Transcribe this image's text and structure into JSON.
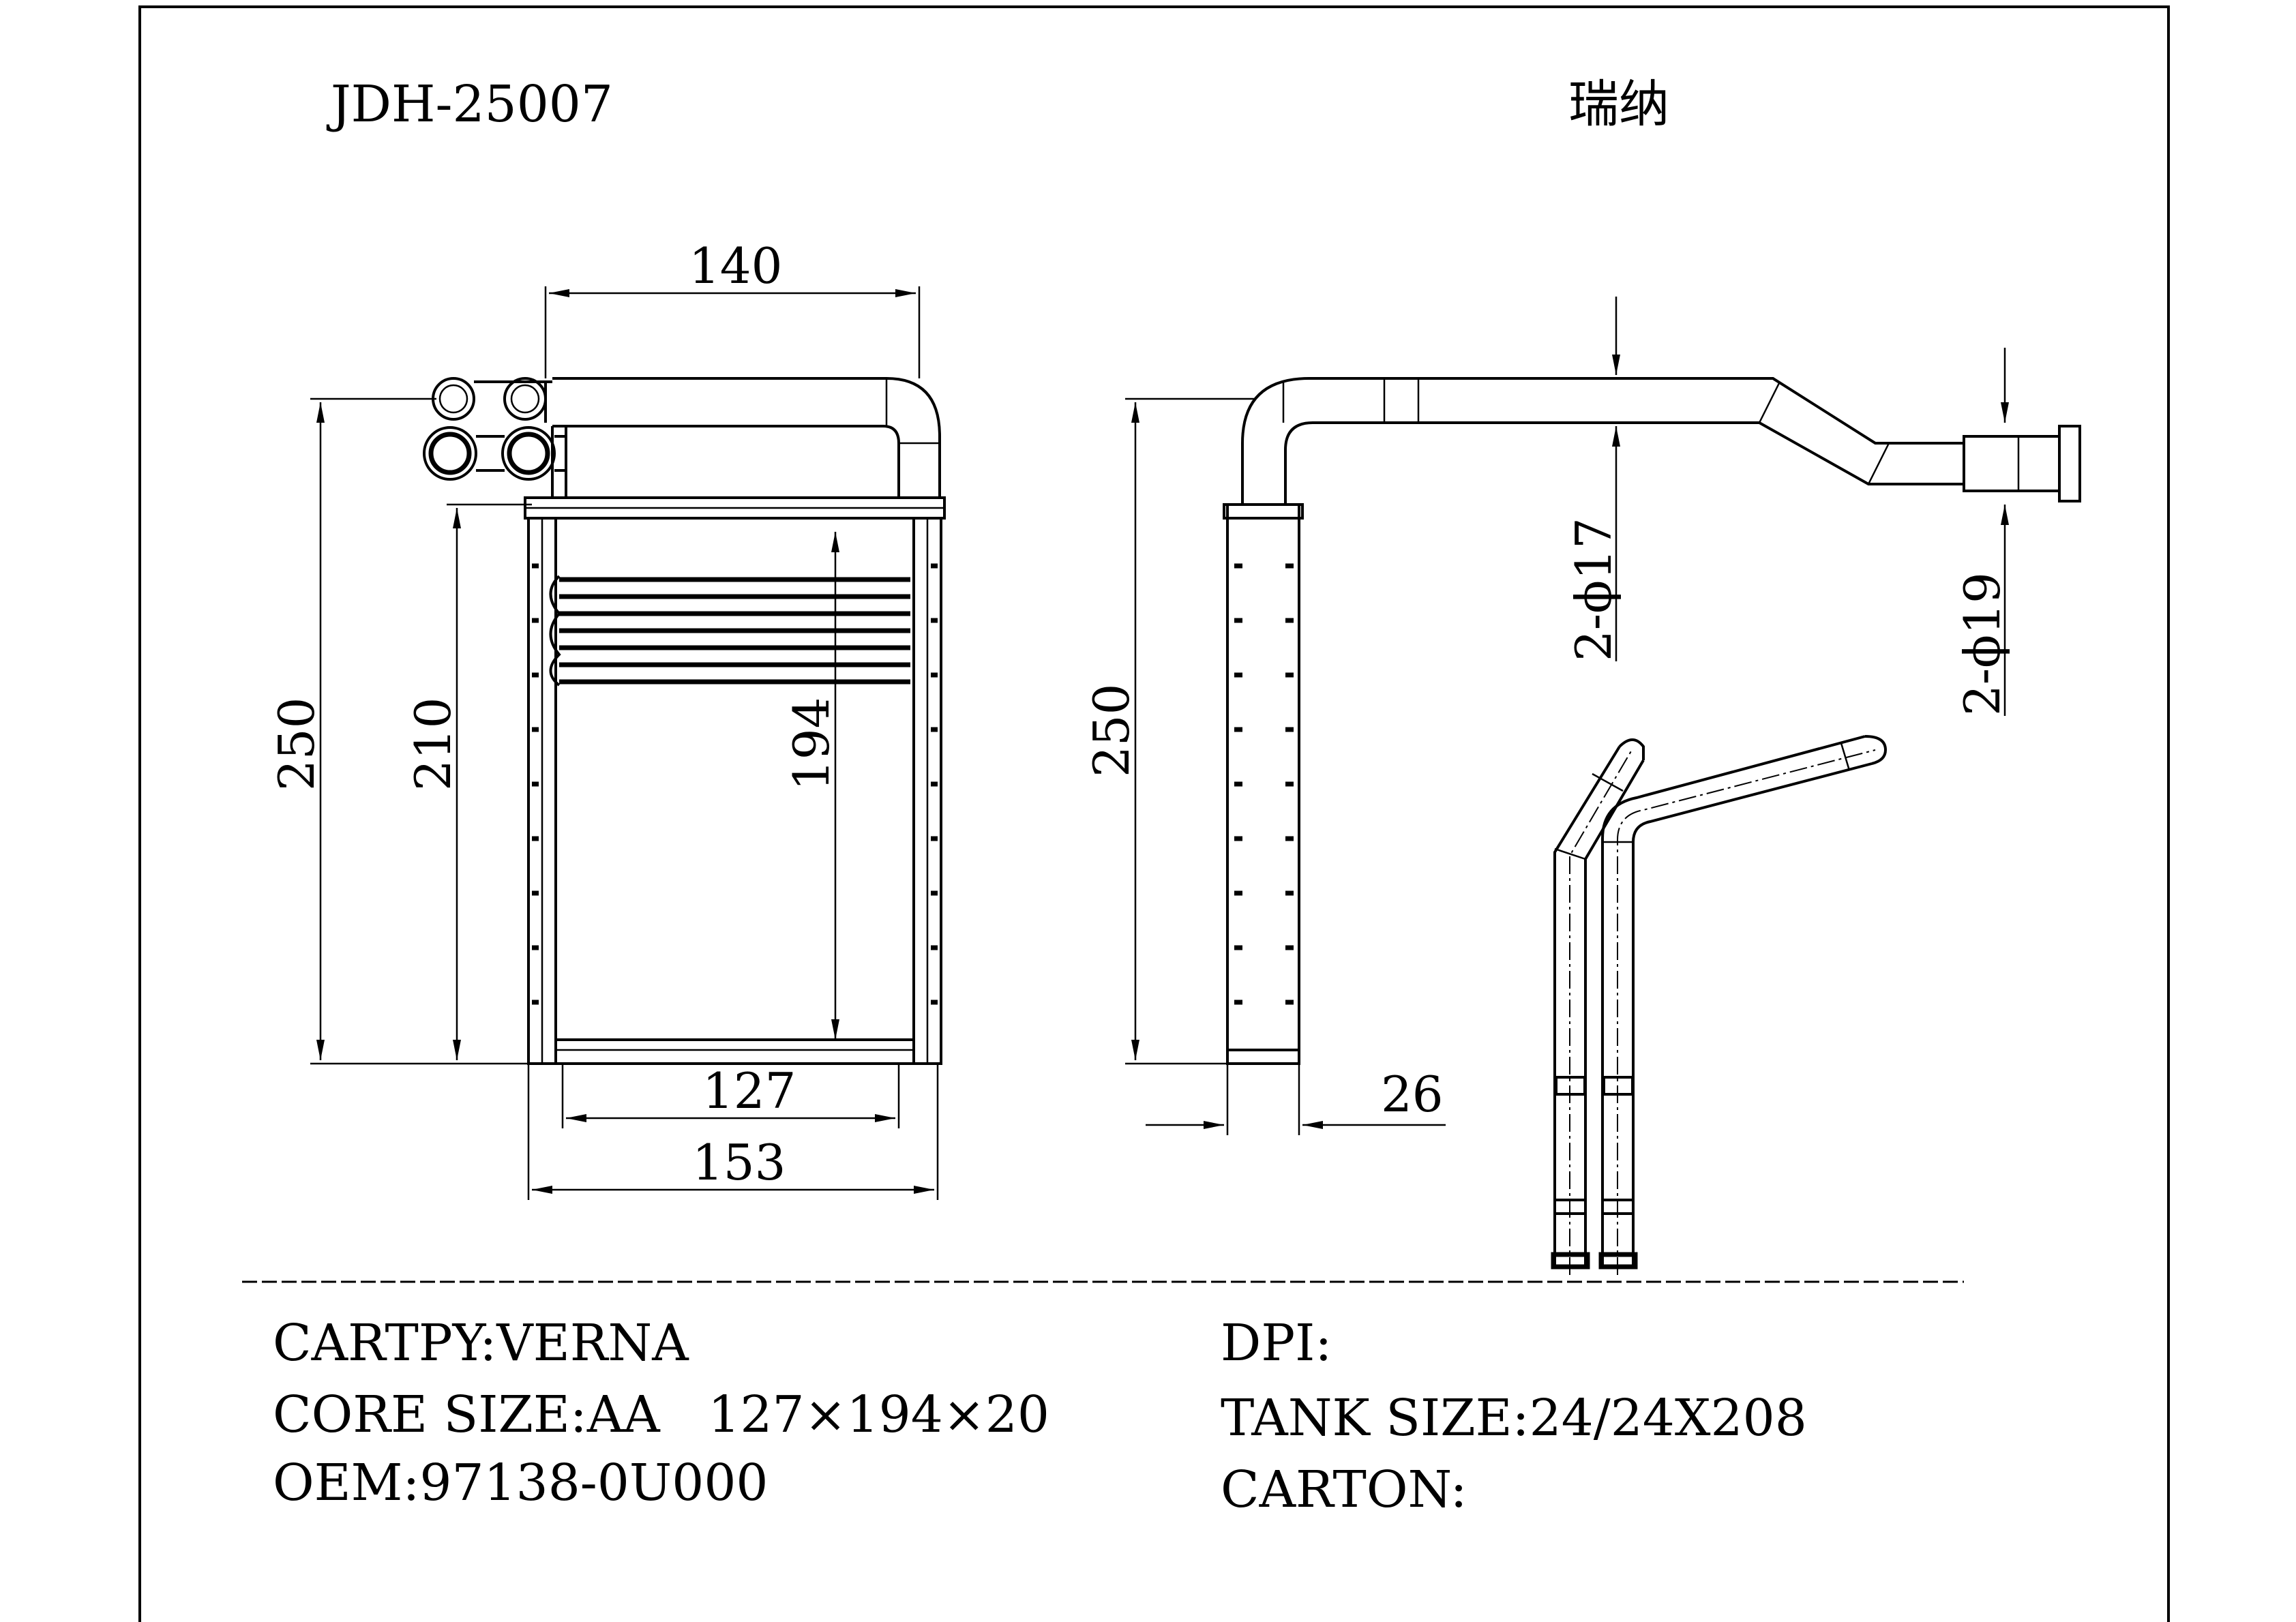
{
  "header": {
    "part_number": "JDH-25007",
    "model_cn": "瑞纳"
  },
  "front_view": {
    "dim_top_width": "140",
    "dim_total_height": "250",
    "dim_core_height": "210",
    "dim_fin_height": "194",
    "dim_core_width": "127",
    "dim_total_width": "153"
  },
  "side_view": {
    "dim_height": "250",
    "dim_depth": "26",
    "pipe_dia_a": "2-ϕ17",
    "pipe_dia_b": "2-ϕ19"
  },
  "specs": {
    "cartpy": "CARTPY:VERNA",
    "core_size": "CORE SIZE:AA   127×194×20",
    "oem": "OEM:97138-0U000",
    "dpi": "DPI:",
    "tank_size": "TANK SIZE:24/24X208",
    "carton": "CARTON:"
  }
}
